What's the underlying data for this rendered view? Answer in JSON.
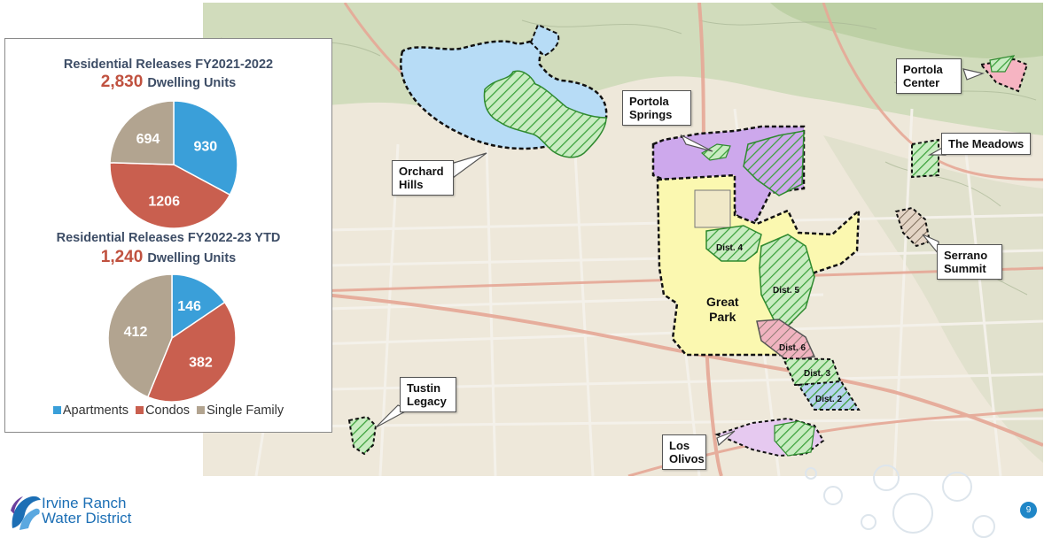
{
  "map": {
    "callouts": {
      "orchard_hills": "Orchard\nHills",
      "portola_springs": "Portola\nSprings",
      "portola_center": "Portola\nCenter",
      "the_meadows": "The Meadows",
      "serrano_summit": "Serrano\nSummit",
      "tustin_legacy": "Tustin\nLegacy",
      "los_olivos": "Los\nOlivos"
    },
    "area_labels": {
      "great_park": "Great\nPark",
      "dist4": "Dist. 4",
      "dist5": "Dist. 5",
      "dist6": "Dist. 6",
      "dist3": "Dist. 3",
      "dist2": "Dist. 2"
    },
    "colors": {
      "orchard_hills_fill": "#b7dcf6",
      "portola_springs_fill": "#cda8ec",
      "great_park_fill": "#fbf8b0",
      "hatch_green": "#3aa13a",
      "pink_fill": "#f6b4c2",
      "lavender_fill": "#e6c9f0"
    }
  },
  "panel": {
    "chart1": {
      "title": "Residential Releases FY2021-2022",
      "total": "2,830",
      "total_label": "Dwelling Units"
    },
    "chart2": {
      "title": "Residential Releases FY2022-23 YTD",
      "total": "1,240",
      "total_label": "Dwelling Units"
    },
    "legend": [
      "Apartments",
      "Condos",
      "Single Family"
    ]
  },
  "chart_data": [
    {
      "type": "pie",
      "title": "Residential Releases FY2021-2022",
      "categories": [
        "Apartments",
        "Condos",
        "Single Family"
      ],
      "values": [
        930,
        1206,
        694
      ],
      "colors": [
        "#3a9fd9",
        "#c95f4f",
        "#b2a490"
      ]
    },
    {
      "type": "pie",
      "title": "Residential Releases FY2022-23 YTD",
      "categories": [
        "Apartments",
        "Condos",
        "Single Family"
      ],
      "values": [
        146,
        382,
        412
      ],
      "colors": [
        "#3a9fd9",
        "#c95f4f",
        "#b2a490"
      ]
    }
  ],
  "brand": {
    "line1": "Irvine Ranch",
    "line2": "Water District",
    "page_number": "9"
  }
}
